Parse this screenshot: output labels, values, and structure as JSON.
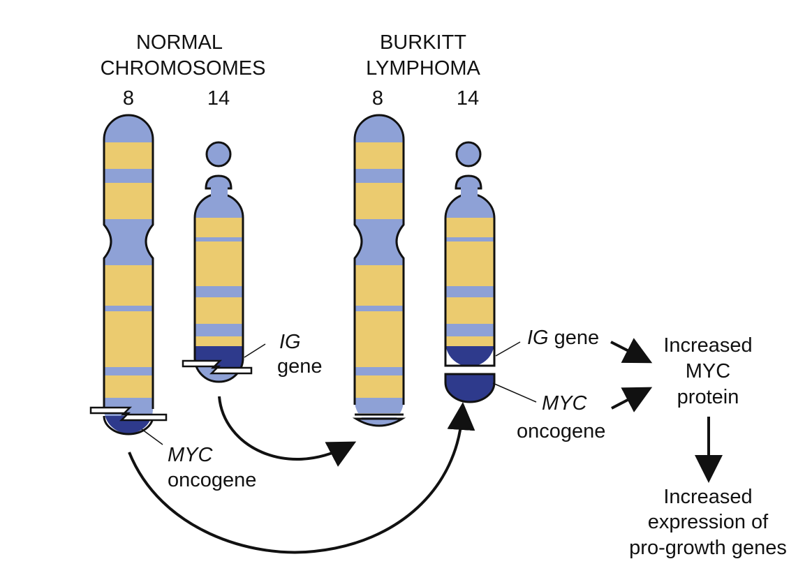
{
  "headings": {
    "normal_line1": "NORMAL",
    "normal_line2": "CHROMOSOMES",
    "burkitt_line1": "BURKITT",
    "burkitt_line2": "LYMPHOMA"
  },
  "chromosome_numbers": {
    "normal_8": "8",
    "normal_14": "14",
    "burkitt_8": "8",
    "burkitt_14": "14"
  },
  "labels": {
    "ig_italic": "IG",
    "gene": "gene",
    "myc_italic": "MYC",
    "oncogene": "oncogene"
  },
  "outcomes": {
    "increased_myc_line1": "Increased",
    "increased_myc_line2": "MYC",
    "increased_myc_line3": "protein",
    "expression_line1": "Increased",
    "expression_line2": "expression of",
    "expression_line3": "pro-growth genes"
  },
  "colors": {
    "chromosome_blue": "#8ea1d6",
    "band_yellow": "#ebcb6f",
    "gene_dark_blue": "#2e3a8c",
    "outline": "#111111"
  }
}
